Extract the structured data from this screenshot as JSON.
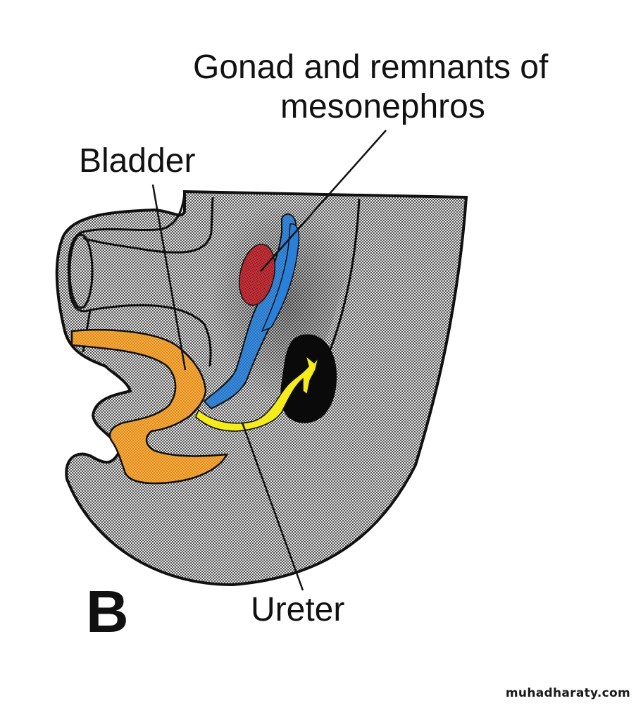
{
  "figure": {
    "panel_letter": "B",
    "labels": {
      "gonad_line1": "Gonad and remnants of",
      "gonad_line2": "mesonephros",
      "bladder": "Bladder",
      "ureter": "Ureter"
    },
    "structures": [
      {
        "name": "embryo-body",
        "color": "#b9b9b9"
      },
      {
        "name": "hindgut-cloaca",
        "color": "#a8a8a8"
      },
      {
        "name": "bladder-urogenital-sinus",
        "color": "#f0a02a"
      },
      {
        "name": "mesonephric-duct",
        "color": "#2a7fd8"
      },
      {
        "name": "gonad",
        "color": "#b3232b"
      },
      {
        "name": "ureter",
        "color": "#f5ec1a"
      },
      {
        "name": "metanephros-kidney",
        "color": "#0a0a0a"
      }
    ]
  },
  "watermark": "muhadharaty.com"
}
